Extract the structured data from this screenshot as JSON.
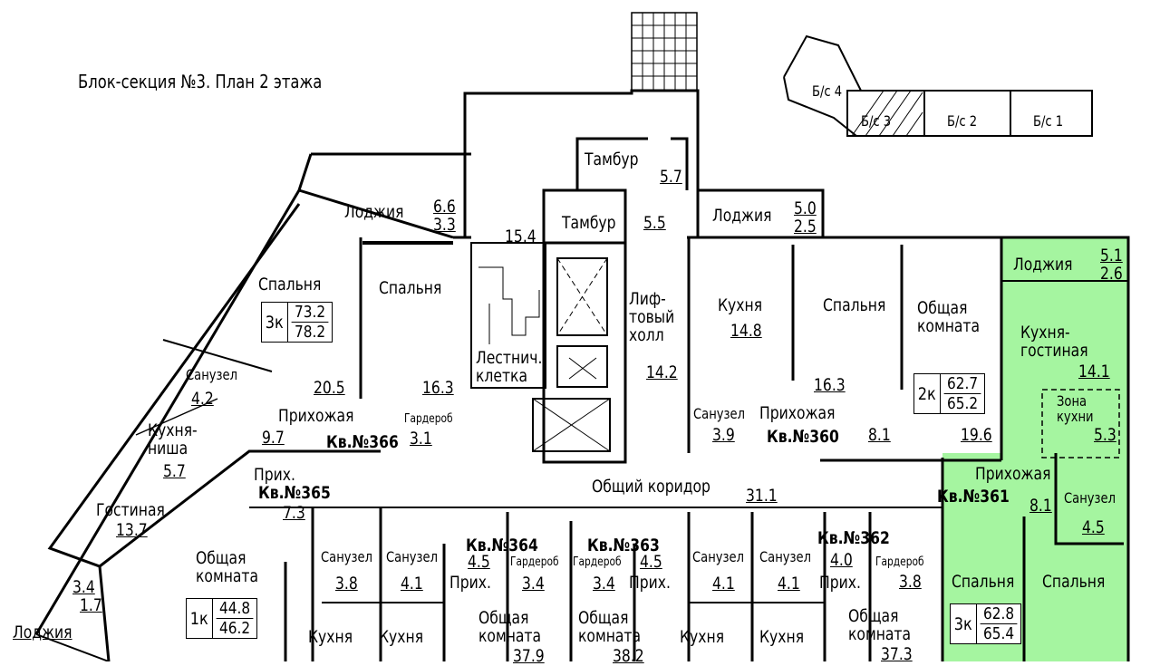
{
  "title": "Блок-секция №3. План 2 этажа",
  "key_plan": {
    "sections": [
      "Б/с 4",
      "Б/с 3",
      "Б/с 2",
      "Б/с 1"
    ]
  },
  "colors": {
    "highlight": "#a5f5a0",
    "walls": "#000000",
    "background": "#ffffff"
  },
  "common": {
    "tambur_top": "Тамбур",
    "tambur_top_area": "5.7",
    "tambur": "Тамбур",
    "tambur_area": "5.5",
    "stair_area": "15.4",
    "lift_hall": "Лиф-\nтовый\nхолл",
    "lift_hall_area": "14.2",
    "stair_label": "Лестнич.\nклетка",
    "corridor": "Общий коридор",
    "corridor_area": "31.1"
  },
  "apt366": {
    "number": "Кв.№366",
    "loggia": "Лоджия",
    "loggia_area_1": "6.6",
    "loggia_area_2": "3.3",
    "bedroom1": "Спальня",
    "bedroom1_area": "20.5",
    "bedroom2": "Спальня",
    "bedroom2_area": "16.3",
    "bath": "Санузел",
    "bath_area": "4.2",
    "kitchen": "Кухня-\nниша",
    "kitchen_area": "5.7",
    "living": "Гостиная",
    "living_area": "13.7",
    "hall": "Прихожая",
    "hall_area": "9.7",
    "wardrobe": "Гардероб",
    "wardrobe_area": "3.1",
    "rooms": "3к",
    "area_living": "73.2",
    "area_total": "78.2",
    "loggia2_area_1": "3.4",
    "loggia2_area_2": "1.7",
    "loggia2": "Лоджия"
  },
  "apt365": {
    "hall": "Прих.",
    "number": "Кв.№365",
    "hall_area": "7.3",
    "living": "Общая\nкомната",
    "rooms": "1к",
    "area_living": "44.8",
    "area_total": "46.2"
  },
  "apt360": {
    "number": "Кв.№360",
    "loggia": "Лоджия",
    "loggia_area_1": "5.0",
    "loggia_area_2": "2.5",
    "kitchen": "Кухня",
    "kitchen_area": "14.8",
    "bedroom": "Спальня",
    "bedroom_area": "16.3",
    "living": "Общая\nкомната",
    "living_area": "19.6",
    "bath": "Санузел",
    "bath_area": "3.9",
    "hall": "Прихожая",
    "hall_area": "8.1",
    "rooms": "2к",
    "area_living": "62.7",
    "area_total": "65.2"
  },
  "apt361": {
    "number": "Кв.№361",
    "loggia": "Лоджия",
    "loggia_area_1": "5.1",
    "loggia_area_2": "2.6",
    "kitchen": "Кухня-\nгостиная",
    "kitchen_area": "14.1",
    "kitchen_zone": "Зона\nкухни",
    "kitchen_zone_area": "5.3",
    "hall": "Прихожая",
    "hall_area": "8.1",
    "bath": "Санузел",
    "bath_area": "4.5",
    "bedroom1": "Спальня",
    "bedroom2": "Спальня",
    "rooms": "3к",
    "area_living": "62.8",
    "area_total": "65.4"
  },
  "apt364": {
    "number": "Кв.№364",
    "hall_area": "4.5",
    "hall": "Прих.",
    "bath1": "Санузел",
    "bath1_area": "3.8",
    "bath2": "Санузел",
    "bath2_area": "4.1",
    "wardrobe": "Гардероб",
    "wardrobe_area": "3.4",
    "kitchen1": "Кухня",
    "kitchen2": "Кухня",
    "living": "Общая\nкомната",
    "living_area": "37.9"
  },
  "apt363": {
    "number": "Кв.№363",
    "hall_area": "4.5",
    "hall": "Прих.",
    "wardrobe": "Гардероб",
    "wardrobe_area": "3.4",
    "bath1": "Санузел",
    "bath1_area": "4.1",
    "bath2": "Санузел",
    "bath2_area": "4.1",
    "kitchen1": "Кухня",
    "kitchen2": "Кухня",
    "living": "Общая\nкомната",
    "living_area": "38.2"
  },
  "apt362": {
    "number": "Кв.№362",
    "hall_area": "4.0",
    "hall": "Прих.",
    "wardrobe": "Гардероб",
    "wardrobe_area": "3.8",
    "living": "Общая\nкомната",
    "living_area": "37.3"
  }
}
